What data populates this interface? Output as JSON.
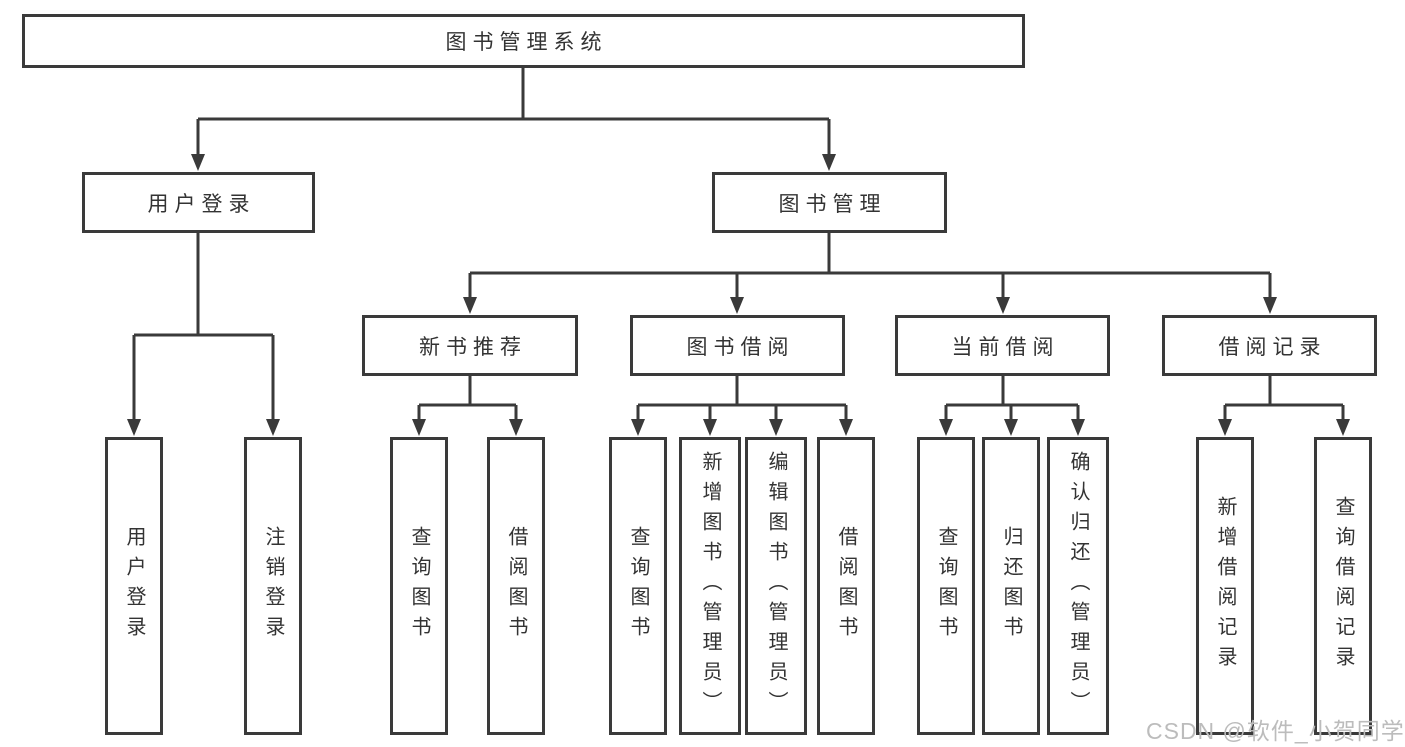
{
  "tree": {
    "label": "图书管理系统",
    "children": [
      {
        "label": "用户登录",
        "children": [
          {
            "label": "用户登录"
          },
          {
            "label": "注销登录"
          }
        ]
      },
      {
        "label": "图书管理",
        "children": [
          {
            "label": "新书推荐",
            "children": [
              {
                "label": "查询图书"
              },
              {
                "label": "借阅图书"
              }
            ]
          },
          {
            "label": "图书借阅",
            "children": [
              {
                "label": "查询图书"
              },
              {
                "label": "新增图书（管理员）"
              },
              {
                "label": "编辑图书（管理员）"
              },
              {
                "label": "借阅图书"
              }
            ]
          },
          {
            "label": "当前借阅",
            "children": [
              {
                "label": "查询图书"
              },
              {
                "label": "归还图书"
              },
              {
                "label": "确认归还（管理员）"
              }
            ]
          },
          {
            "label": "借阅记录",
            "children": [
              {
                "label": "新增借阅记录"
              },
              {
                "label": "查询借阅记录"
              }
            ]
          }
        ]
      }
    ]
  },
  "watermark": "CSDN @软件_小贺同学",
  "colors": {
    "line": "#3a3a3a",
    "text": "#333333",
    "box_fill": "#ffffff",
    "watermark": "#bcbcbc"
  }
}
